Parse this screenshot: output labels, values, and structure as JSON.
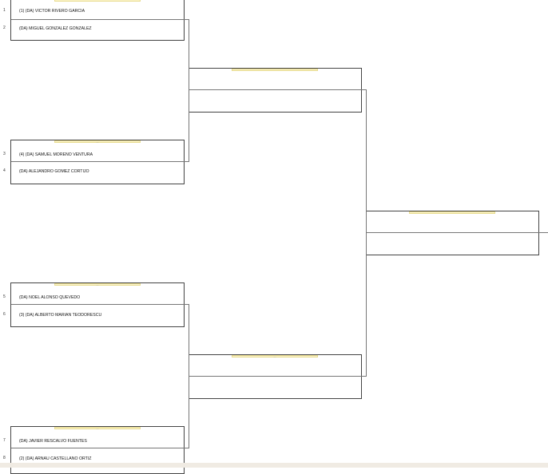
{
  "round1": [
    {
      "players": [
        {
          "seed": "1",
          "name": "(1) (DA) VICTOR RIVERO GARCIA"
        },
        {
          "seed": "2",
          "name": "(DA) MIGUEL GONZALEZ GONZALEZ"
        }
      ],
      "score": ""
    },
    {
      "players": [
        {
          "seed": "3",
          "name": "(4) (DA) SAMUEL MORENO  VENTURA"
        },
        {
          "seed": "4",
          "name": "(DA) ALEJANDRO GOMEZ CORTIJO"
        }
      ],
      "score": "—"
    },
    {
      "players": [
        {
          "seed": "5",
          "name": "(DA) NOEL ALONSO QUEVEDO"
        },
        {
          "seed": "6",
          "name": "(3) (DA) ALBERTO MARIAN TEODORESCU"
        }
      ],
      "score": "—"
    },
    {
      "players": [
        {
          "seed": "7",
          "name": "(DA) JAVIER RESCALVO FUENTES"
        },
        {
          "seed": "8",
          "name": "(2) (DA) ARNAU CASTELLANO ORTIZ"
        }
      ],
      "score": "—"
    }
  ],
  "round2": [
    {
      "score": ""
    },
    {
      "score": "—"
    }
  ],
  "final": {
    "score": ""
  }
}
